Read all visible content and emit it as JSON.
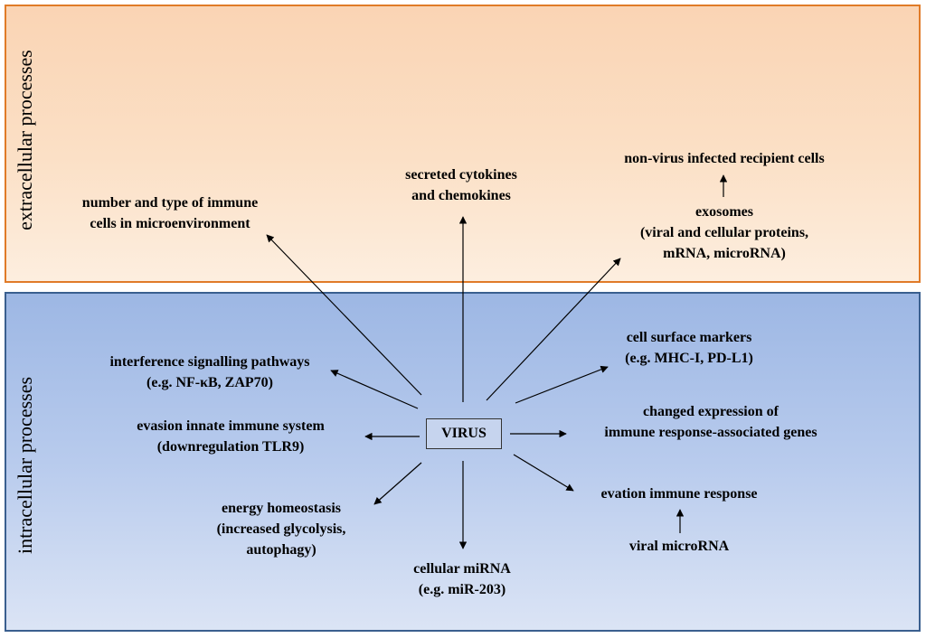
{
  "panels": {
    "extracellular": "extracellular processes",
    "intracellular": "intracellular processes"
  },
  "center": "VIRUS",
  "nodes": {
    "immune_cells": [
      "number and type of immune",
      "cells in microenvironment"
    ],
    "cytokines": [
      "secreted cytokines",
      "and chemokines"
    ],
    "recipient_cells": [
      "non-virus infected recipient cells"
    ],
    "exosomes": [
      "exosomes",
      "(viral and cellular proteins,",
      "mRNA, microRNA)"
    ],
    "signalling": [
      "interference signalling pathways",
      "(e.g. NF-κB, ZAP70)"
    ],
    "surface_markers": [
      "cell surface markers",
      "(e.g. MHC-I, PD-L1)"
    ],
    "innate": [
      "evasion innate immune system",
      "(downregulation TLR9)"
    ],
    "gene_expression": [
      "changed expression of",
      "immune response-associated genes"
    ],
    "energy": [
      "energy homeostasis",
      "(increased glycolysis,",
      "autophagy)"
    ],
    "mirna": [
      "cellular miRNA",
      "(e.g. miR-203)"
    ],
    "evation": [
      "evation immune response"
    ],
    "viral_mirna": [
      "viral microRNA"
    ]
  },
  "colors": {
    "extracellular_border": "#e07b28",
    "intracellular_border": "#3a5f8f",
    "arrow": "#000000"
  }
}
